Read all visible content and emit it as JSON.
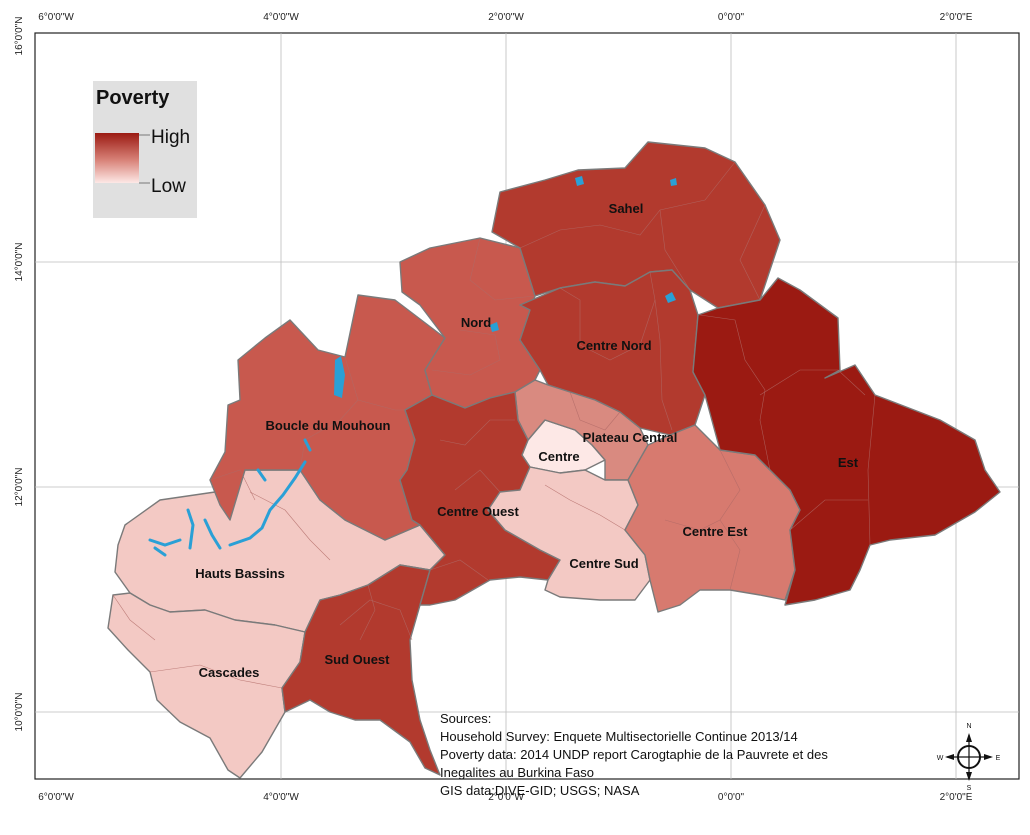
{
  "legend": {
    "title": "Poverty",
    "high_label": "High",
    "low_label": "Low",
    "high_color": "#9b1a12",
    "low_color": "#fde8e6"
  },
  "axes": {
    "top_lon_labels": [
      "6°0'0\"W",
      "4°0'0\"W",
      "2°0'0\"W",
      "0°0'0\"",
      "2°0'0\"E"
    ],
    "bottom_lon_labels": [
      "6°0'0\"W",
      "4°0'0\"W",
      "2°0'0\"W",
      "0°0'0\"",
      "2°0'0\"E"
    ],
    "left_lat_labels": [
      "16°0'0\"N",
      "14°0'0\"N",
      "12°0'0\"N",
      "10°0'0\"N"
    ]
  },
  "regions": [
    {
      "name": "Sahel",
      "poverty_level": "high",
      "color": "#b23a2e"
    },
    {
      "name": "Nord",
      "poverty_level": "medium-high",
      "color": "#c8594e"
    },
    {
      "name": "Centre Nord",
      "poverty_level": "high",
      "color": "#b23a2e"
    },
    {
      "name": "Boucle du Mouhoun",
      "poverty_level": "medium-high",
      "color": "#c8594e"
    },
    {
      "name": "Plateau Central",
      "poverty_level": "medium",
      "color": "#d98a80"
    },
    {
      "name": "Centre",
      "poverty_level": "low",
      "color": "#fde8e6"
    },
    {
      "name": "Est",
      "poverty_level": "very-high",
      "color": "#9b1a12"
    },
    {
      "name": "Centre Ouest",
      "poverty_level": "high",
      "color": "#b23a2e"
    },
    {
      "name": "Centre Est",
      "poverty_level": "medium",
      "color": "#d77a6f"
    },
    {
      "name": "Centre Sud",
      "poverty_level": "low",
      "color": "#f3c9c4"
    },
    {
      "name": "Hauts Bassins",
      "poverty_level": "low",
      "color": "#f3c9c4"
    },
    {
      "name": "Cascades",
      "poverty_level": "low",
      "color": "#f3c9c4"
    },
    {
      "name": "Sud Ouest",
      "poverty_level": "high",
      "color": "#b23a2e"
    }
  ],
  "sources": {
    "heading": "Sources:",
    "line1": "Household Survey: Enquete Multisectorielle Continue 2013/14",
    "line2": "Poverty data: 2014 UNDP report Carogtaphie de la Pauvrete et des",
    "line3": "Inegalites au Burkina Faso",
    "line4": "GIS data:DIVE-GID; USGS; NASA"
  },
  "north_arrow": {
    "n": "N",
    "s": "S",
    "e": "E",
    "w": "W"
  },
  "water_color": "#2aa0d6",
  "border_color": "#7a7a7a"
}
